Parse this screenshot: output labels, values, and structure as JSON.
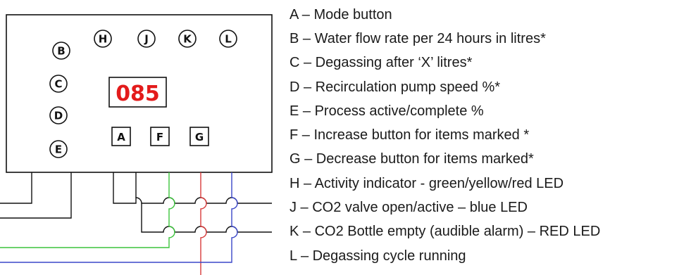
{
  "panel": {
    "display_value": "085",
    "indicators": [
      "H",
      "J",
      "K",
      "L"
    ],
    "side_labels": [
      "B",
      "C",
      "D",
      "E"
    ],
    "buttons": [
      "A",
      "F",
      "G"
    ]
  },
  "legend": [
    "A – Mode button",
    "B – Water flow rate per 24 hours in litres*",
    "C – Degassing after ‘X’ litres*",
    "D – Recirculation pump speed %*",
    "E – Process active/complete %",
    "F – Increase button for items marked *",
    "G – Decrease button for items marked*",
    "H – Activity indicator - green/yellow/red LED",
    "J – CO2 valve open/active – blue LED",
    "K – CO2 Bottle empty (audible alarm) – RED LED",
    "L – Degassing cycle running"
  ],
  "colors": {
    "display_digits": "#e31b1b",
    "wire_green": "#3bc43b",
    "wire_red": "#d93a3a",
    "wire_blue": "#3a46c8",
    "wire_black": "#111111"
  }
}
